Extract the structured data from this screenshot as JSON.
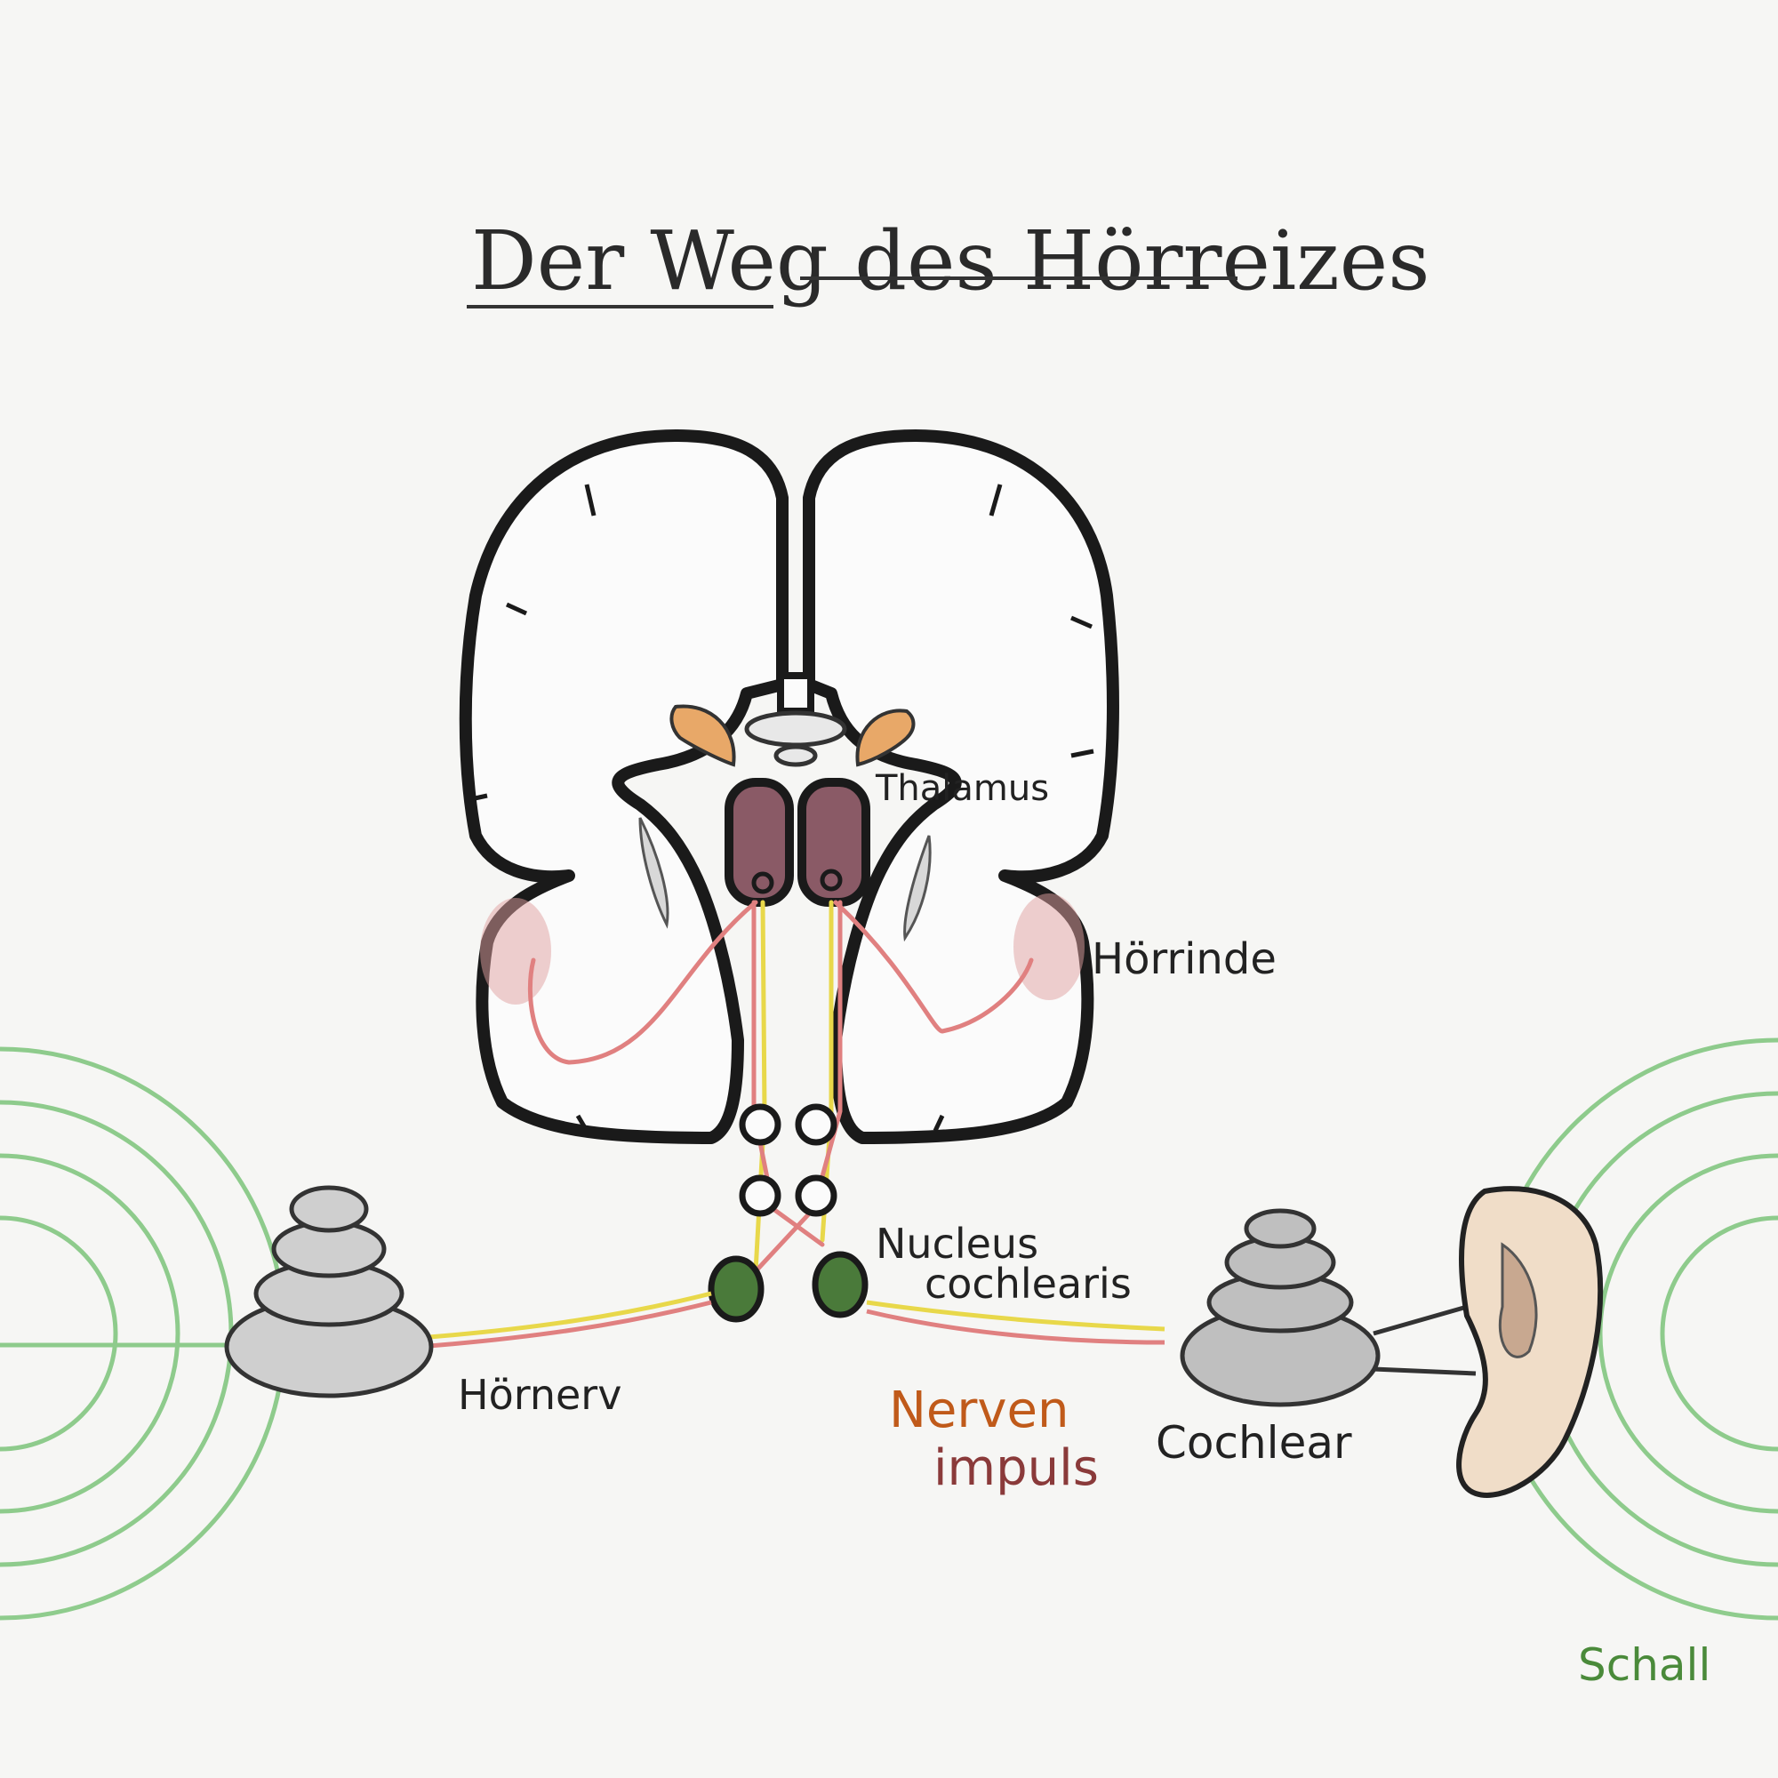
{
  "title": "Der Weg des Hörreizes",
  "labels": {
    "thalamus": "Thalamus",
    "hoerrinde": "Hörrinde",
    "nucleus_line1": "Nucleus",
    "nucleus_line2": "cochlearis",
    "hoernerv": "Hörnerv",
    "nerven_line1": "Nerven",
    "nerven_line2": "impuls",
    "cochlear": "Cochlear",
    "schall": "Schall"
  },
  "colors": {
    "outline": "#1a1a1a",
    "nerve_yellow": "#e8d84a",
    "nerve_red": "#e08080",
    "thalamus_fill": "#8a5a66",
    "nucleus_fill": "#4a7a3a",
    "sound_green": "#7cc47a",
    "ear_skin": "#e8c8a8",
    "nerven_label": "#c05a1a",
    "impuls_label": "#8a3a3a"
  }
}
